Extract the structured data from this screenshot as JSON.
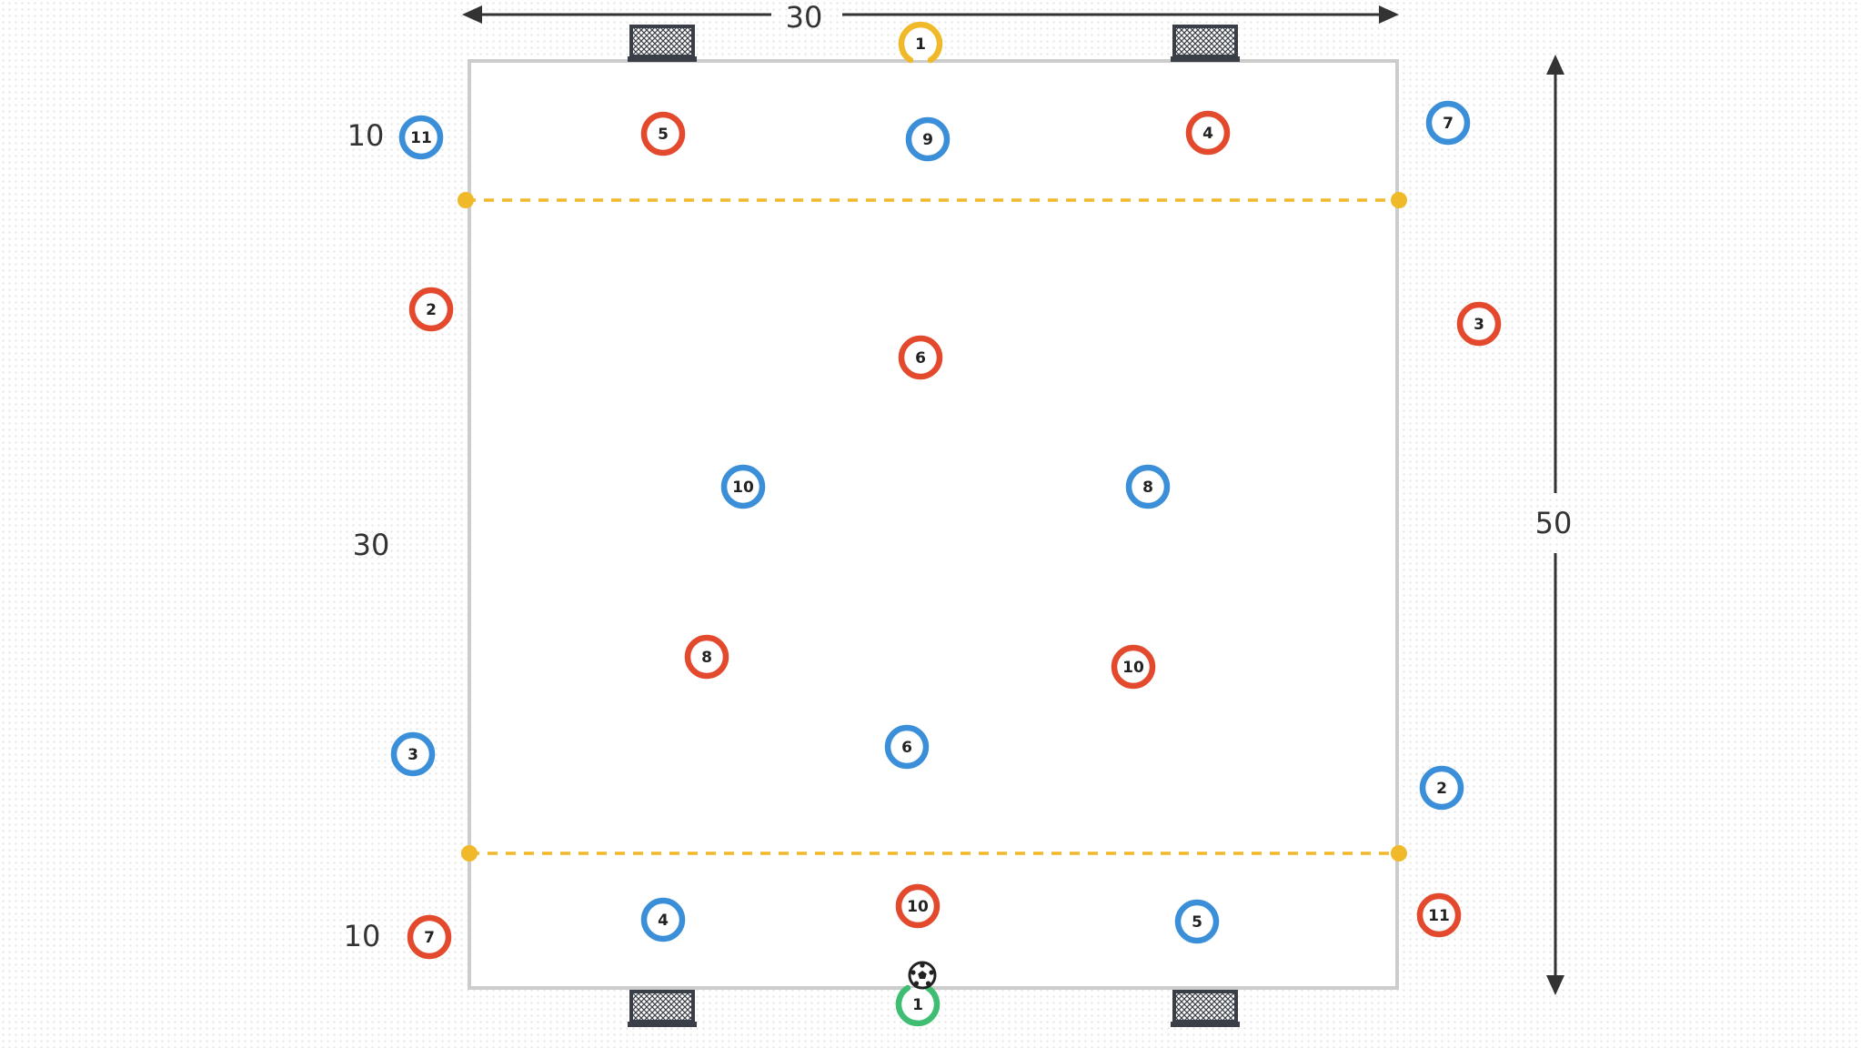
{
  "colors": {
    "team_red": "#e3492d",
    "team_blue": "#3a8fd8",
    "keeper_yellow": "#f0b92a",
    "keeper_green": "#3fbd73",
    "zone_line": "#f0b92a",
    "field_border": "#cccccc",
    "dimension_line": "#333333"
  },
  "dimensions": {
    "top_width": "30",
    "right_length": "50",
    "left_top_zone": "10",
    "left_middle_zone": "30",
    "left_bottom_zone": "10"
  },
  "goals": [
    {
      "id": "goal-top-left",
      "icon": "goal-net-icon"
    },
    {
      "id": "goal-top-right",
      "icon": "goal-net-icon"
    },
    {
      "id": "goal-bottom-left",
      "icon": "goal-net-icon"
    },
    {
      "id": "goal-bottom-right",
      "icon": "goal-net-icon"
    }
  ],
  "ball": {
    "icon": "soccer-ball-icon"
  },
  "players": [
    {
      "team": "keeper_yellow",
      "number": "1",
      "zone": "top-goal"
    },
    {
      "team": "team_blue",
      "number": "11",
      "zone": "left-outside-top"
    },
    {
      "team": "team_red",
      "number": "5",
      "zone": "top-end"
    },
    {
      "team": "team_blue",
      "number": "9",
      "zone": "top-end"
    },
    {
      "team": "team_red",
      "number": "4",
      "zone": "top-end"
    },
    {
      "team": "team_blue",
      "number": "7",
      "zone": "right-outside-top"
    },
    {
      "team": "team_red",
      "number": "2",
      "zone": "left-outside-middle"
    },
    {
      "team": "team_red",
      "number": "3",
      "zone": "right-outside-middle"
    },
    {
      "team": "team_red",
      "number": "6",
      "zone": "middle"
    },
    {
      "team": "team_blue",
      "number": "10",
      "zone": "middle"
    },
    {
      "team": "team_blue",
      "number": "8",
      "zone": "middle"
    },
    {
      "team": "team_red",
      "number": "8",
      "zone": "middle"
    },
    {
      "team": "team_red",
      "number": "10",
      "zone": "middle"
    },
    {
      "team": "team_blue",
      "number": "3",
      "zone": "left-outside-middle"
    },
    {
      "team": "team_blue",
      "number": "6",
      "zone": "middle"
    },
    {
      "team": "team_blue",
      "number": "2",
      "zone": "right-outside-middle"
    },
    {
      "team": "team_red",
      "number": "7",
      "zone": "left-outside-bottom"
    },
    {
      "team": "team_blue",
      "number": "4",
      "zone": "bottom-end"
    },
    {
      "team": "team_red",
      "number": "10",
      "zone": "bottom-end"
    },
    {
      "team": "team_blue",
      "number": "5",
      "zone": "bottom-end"
    },
    {
      "team": "team_red",
      "number": "11",
      "zone": "right-outside-bottom"
    },
    {
      "team": "keeper_green",
      "number": "1",
      "zone": "bottom-goal"
    }
  ]
}
